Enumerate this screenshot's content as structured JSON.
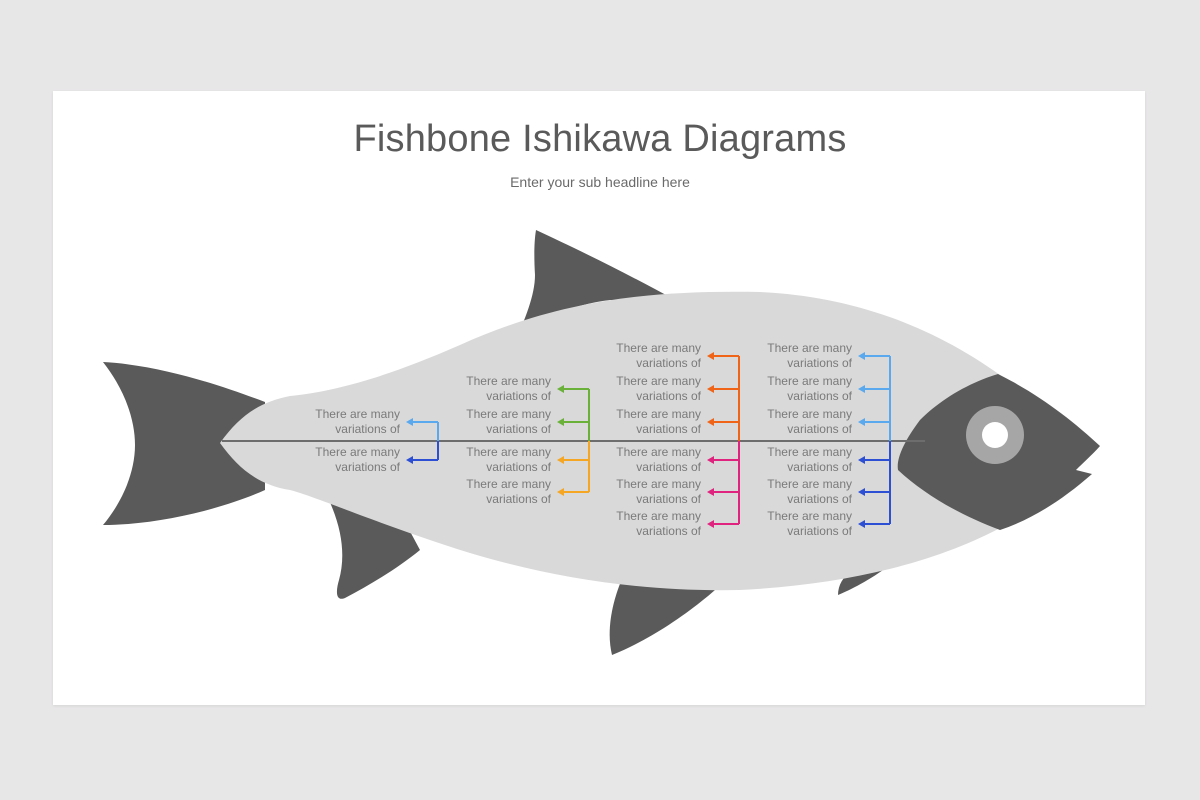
{
  "slide": {
    "title": "Fishbone Ishikawa Diagrams",
    "subtitle": "Enter your sub headline here"
  },
  "colors": {
    "background": "#e8e7e8",
    "fish_dark": "#5a5a5a",
    "fish_body": "#d9d9d9",
    "eye_ring": "#a6a6a6",
    "spine": "#6d6d6d"
  },
  "groups": [
    {
      "id": "g1",
      "color": "#5aa9ee",
      "labels": [
        "There are many\nvariations of"
      ]
    },
    {
      "id": "g2",
      "color": "#2d4fd3",
      "labels": [
        "There are many\nvariations of"
      ]
    },
    {
      "id": "g3",
      "color": "#6ab13a",
      "labels": [
        "There are many\nvariations of",
        "There are many\nvariations of"
      ]
    },
    {
      "id": "g4",
      "color": "#f5a623",
      "labels": [
        "There are many\nvariations of",
        "There are many\nvariations of"
      ]
    },
    {
      "id": "g5",
      "color": "#f06418",
      "labels": [
        "There are many\nvariations of",
        "There are many\nvariations of",
        "There are many\nvariations of"
      ]
    },
    {
      "id": "g6",
      "color": "#e0237f",
      "labels": [
        "There are many\nvariations of",
        "There are many\nvariations of",
        "There are many\nvariations of"
      ]
    },
    {
      "id": "g7",
      "color": "#5aa9ee",
      "labels": [
        "There are many\nvariations of",
        "There are many\nvariations of",
        "There are many\nvariations of"
      ]
    },
    {
      "id": "g8",
      "color": "#2d4fd3",
      "labels": [
        "There are many\nvariations of",
        "There are many\nvariations of",
        "There are many\nvariations of"
      ]
    }
  ]
}
